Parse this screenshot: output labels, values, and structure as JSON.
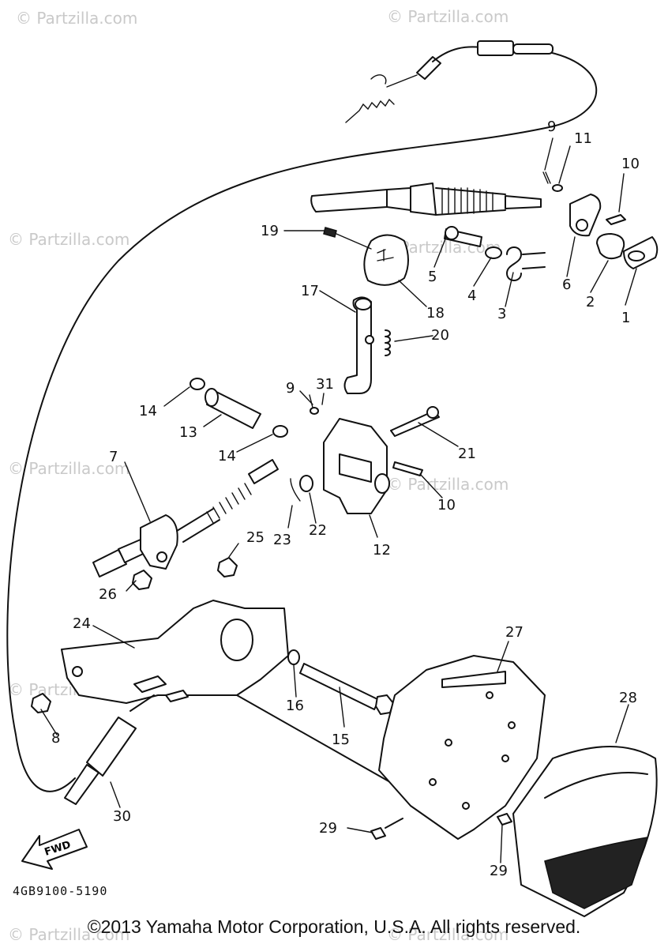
{
  "watermark": "© Partzilla.com",
  "diagram_code": "4GB9100-5190",
  "copyright": "©2013 Yamaha Motor Corporation, U.S.A. All rights reserved.",
  "fwd_label": "FWD",
  "callouts": [
    "9",
    "11",
    "10",
    "19",
    "5",
    "4",
    "6",
    "2",
    "1",
    "3",
    "18",
    "17",
    "20",
    "9",
    "31",
    "14",
    "13",
    "21",
    "14",
    "7",
    "10",
    "23",
    "22",
    "12",
    "25",
    "26",
    "24",
    "27",
    "16",
    "15",
    "28",
    "8",
    "30",
    "29",
    "29"
  ]
}
